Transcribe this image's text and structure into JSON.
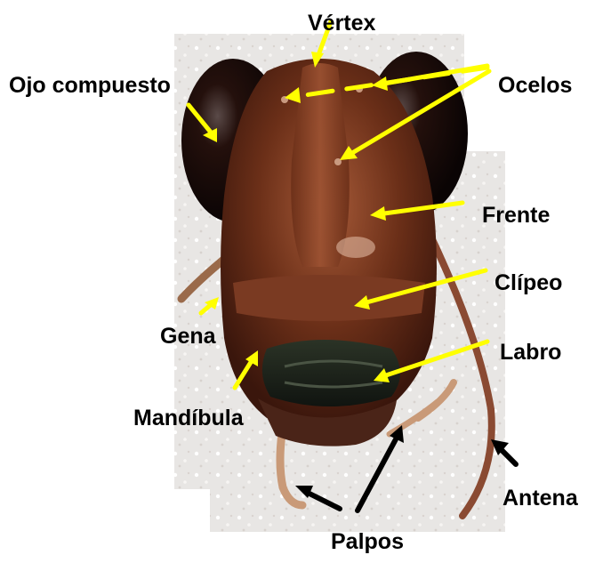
{
  "labels": {
    "vertex": "Vértex",
    "compound_eye": "Ojo compuesto",
    "ocelli": "Ocelos",
    "frons": "Frente",
    "clypeus": "Clípeo",
    "gena": "Gena",
    "labrum": "Labro",
    "mandible": "Mandíbula",
    "antenna": "Antena",
    "palps": "Palpos"
  },
  "colors": {
    "label_text": "#000000",
    "pointer_yellow": "#ffff00",
    "pointer_black": "#000000",
    "head_cuticle": "#6b2f18",
    "compound_eye": "#1a0b08",
    "background_speckle": "#e9e4e0"
  }
}
